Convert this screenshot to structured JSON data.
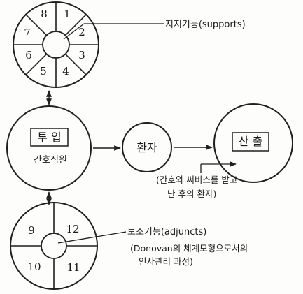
{
  "top_wheel": {
    "segments": [
      "1",
      "2",
      "3",
      "4",
      "5",
      "6",
      "7",
      "8"
    ],
    "label": "지지기능(supports)"
  },
  "input_box": {
    "title": "투 입",
    "subtitle": "간호직원"
  },
  "patient": {
    "label": "환자"
  },
  "output": {
    "title": "산 출"
  },
  "output_note": {
    "line1": "(간호와 써비스를 받고",
    "line2": "난 후의 환자)"
  },
  "bottom_wheel": {
    "segments": [
      "9",
      "12",
      "11",
      "10"
    ],
    "label": "보조기능(adjuncts)"
  },
  "process_note": {
    "line1": "(Donovan의 체계모형으로서의",
    "line2": "인사관리 과정)"
  }
}
